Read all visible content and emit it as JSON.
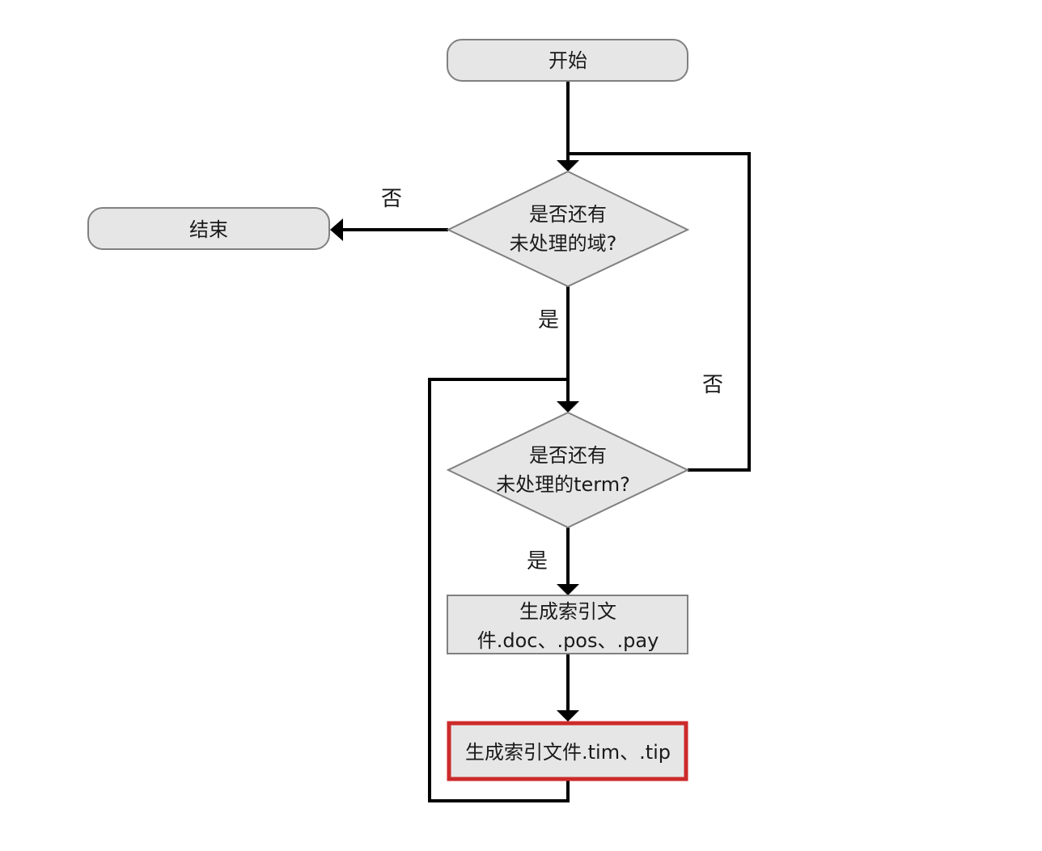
{
  "nodes": {
    "start": {
      "label": "开始"
    },
    "end": {
      "label": "结束"
    },
    "decision_field": {
      "line1": "是否还有",
      "line2": "未处理的域?"
    },
    "decision_term": {
      "line1": "是否还有",
      "line2": "未处理的term?"
    },
    "gen_doc_pos_pay": {
      "line1": "生成索引文",
      "line2": "件.doc、.pos、.pay"
    },
    "gen_tim_tip": {
      "label": "生成索引文件.tim、.tip"
    }
  },
  "edges": {
    "field_no": "否",
    "field_yes": "是",
    "term_no": "否",
    "term_yes": "是"
  },
  "colors": {
    "node_fill": "#e6e6e6",
    "node_stroke": "#808080",
    "edge": "#000000",
    "highlight": "#cc2a2a"
  }
}
